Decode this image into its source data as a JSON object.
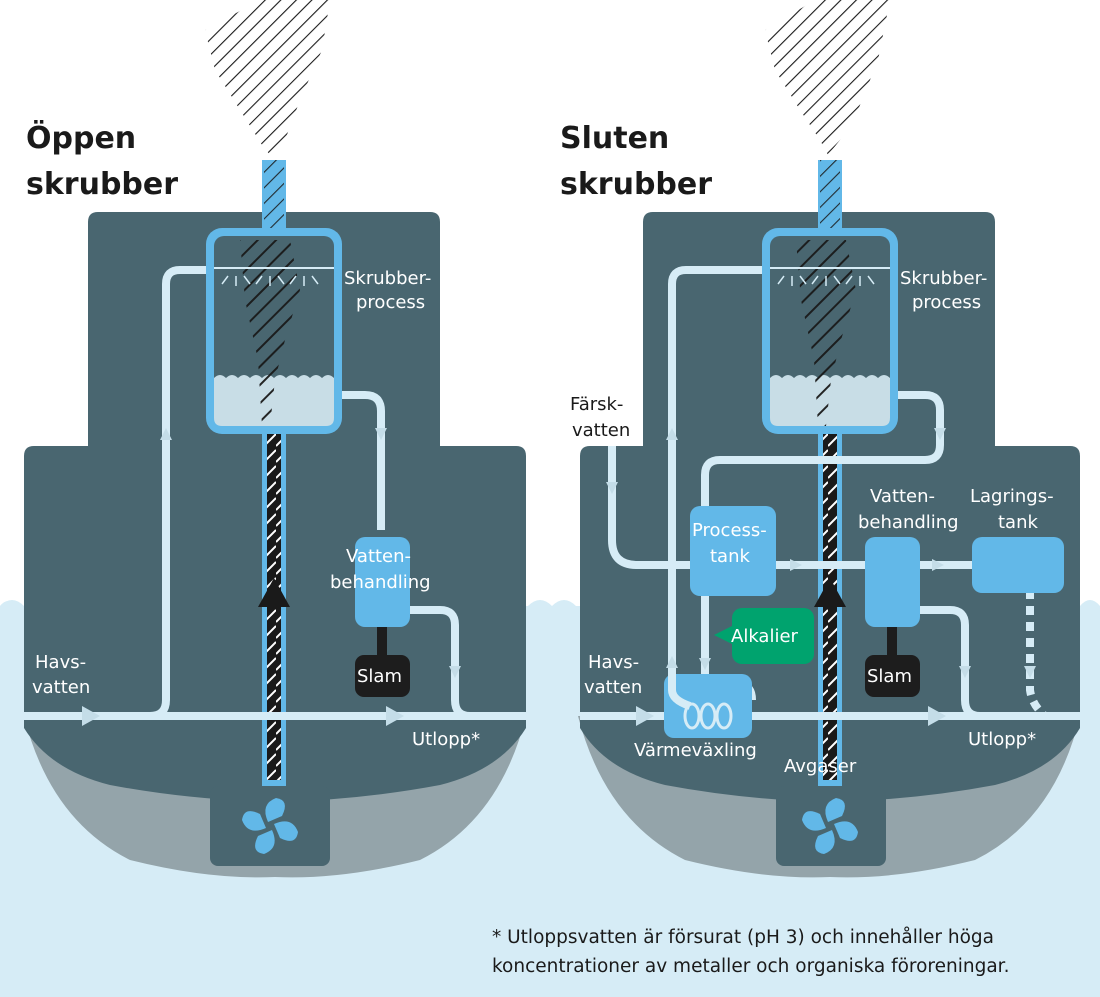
{
  "colors": {
    "ship_dark": "#496670",
    "hull_gray": "#94a4aa",
    "sea": "#d6ecf6",
    "pipe_light": "#d6ecf6",
    "component_blue": "#62b8e8",
    "alkali_green": "#00a36e",
    "sludge_black": "#1d1d1d",
    "text_dark": "#1a1a1a"
  },
  "open_scrubber": {
    "title_line1": "Öppen",
    "title_line2": "skrubber",
    "scrubber_label_line1": "Skrubber-",
    "scrubber_label_line2": "process",
    "water_treatment_line1": "Vatten-",
    "water_treatment_line2": "behandling",
    "sludge": "Slam",
    "seawater_line1": "Havs-",
    "seawater_line2": "vatten",
    "outlet": "Utlopp*"
  },
  "closed_scrubber": {
    "title_line1": "Sluten",
    "title_line2": "skrubber",
    "scrubber_label_line1": "Skrubber-",
    "scrubber_label_line2": "process",
    "freshwater_line1": "Färsk-",
    "freshwater_line2": "vatten",
    "process_tank_line1": "Process-",
    "process_tank_line2": "tank",
    "water_treatment_line1": "Vatten-",
    "water_treatment_line2": "behandling",
    "storage_tank_line1": "Lagrings-",
    "storage_tank_line2": "tank",
    "alkali": "Alkalier",
    "sludge": "Slam",
    "seawater_line1": "Havs-",
    "seawater_line2": "vatten",
    "heat_exchange": "Värmeväxling",
    "exhaust": "Avgaser",
    "outlet": "Utlopp*"
  },
  "footnote": {
    "line1": "* Utloppsvatten är försurat (pH 3) och innehåller höga",
    "line2": "koncentrationer av metaller och organiska föroreningar."
  }
}
